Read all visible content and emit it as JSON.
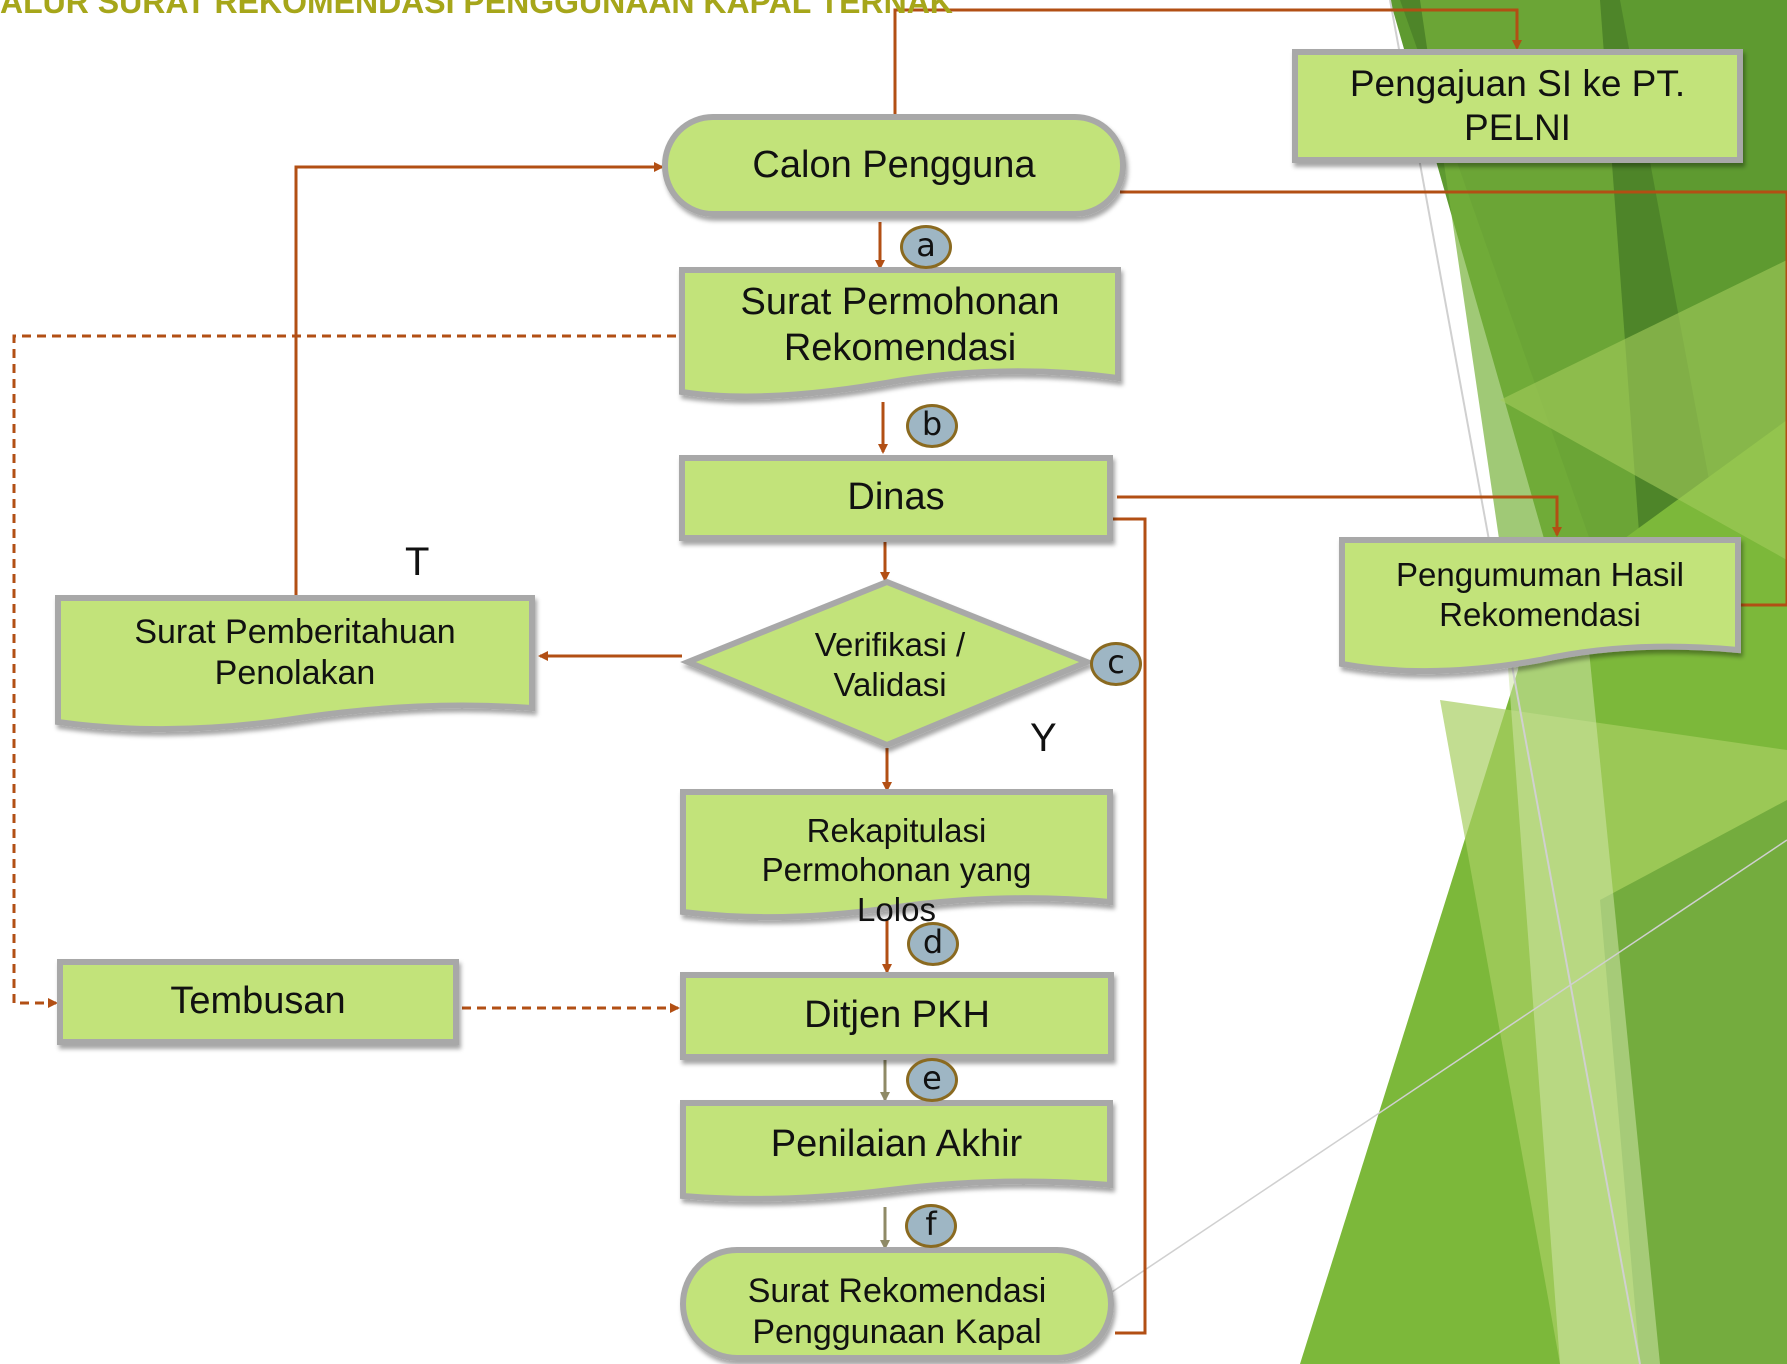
{
  "title": "ALUR SURAT REKOMENDASI PENGGUNAAN KAPAL TERNAK",
  "colors": {
    "box_fill": "#c2e37a",
    "box_border": "#a8a8a8",
    "arrow": "#b24f14",
    "arrow_alt": "#8f8a66",
    "badge_fill": "#9eb6c4",
    "deco_green": "#7cb83a"
  },
  "nodes": {
    "calon_pengguna": "Calon Pengguna",
    "pengajuan_si": "Pengajuan SI ke PT. PELNI",
    "surat_permohonan": "Surat Permohonan Rekomendasi",
    "dinas": "Dinas",
    "pengumuman": "Pengumuman Hasil Rekomendasi",
    "verifikasi": "Verifikasi / Validasi",
    "surat_penolakan": "Surat Pemberitahuan Penolakan",
    "rekapitulasi": "Rekapitulasi Permohonan yang Lolos",
    "tembusan": "Tembusan",
    "ditjen": "Ditjen PKH",
    "penilaian": "Penilaian Akhir",
    "surat_rekomendasi": "Surat Rekomendasi Penggunaan Kapal"
  },
  "steps": {
    "a": "a",
    "b": "b",
    "c": "c",
    "d": "d",
    "e": "e",
    "f": "f"
  },
  "branches": {
    "no": "T",
    "yes": "Y"
  }
}
